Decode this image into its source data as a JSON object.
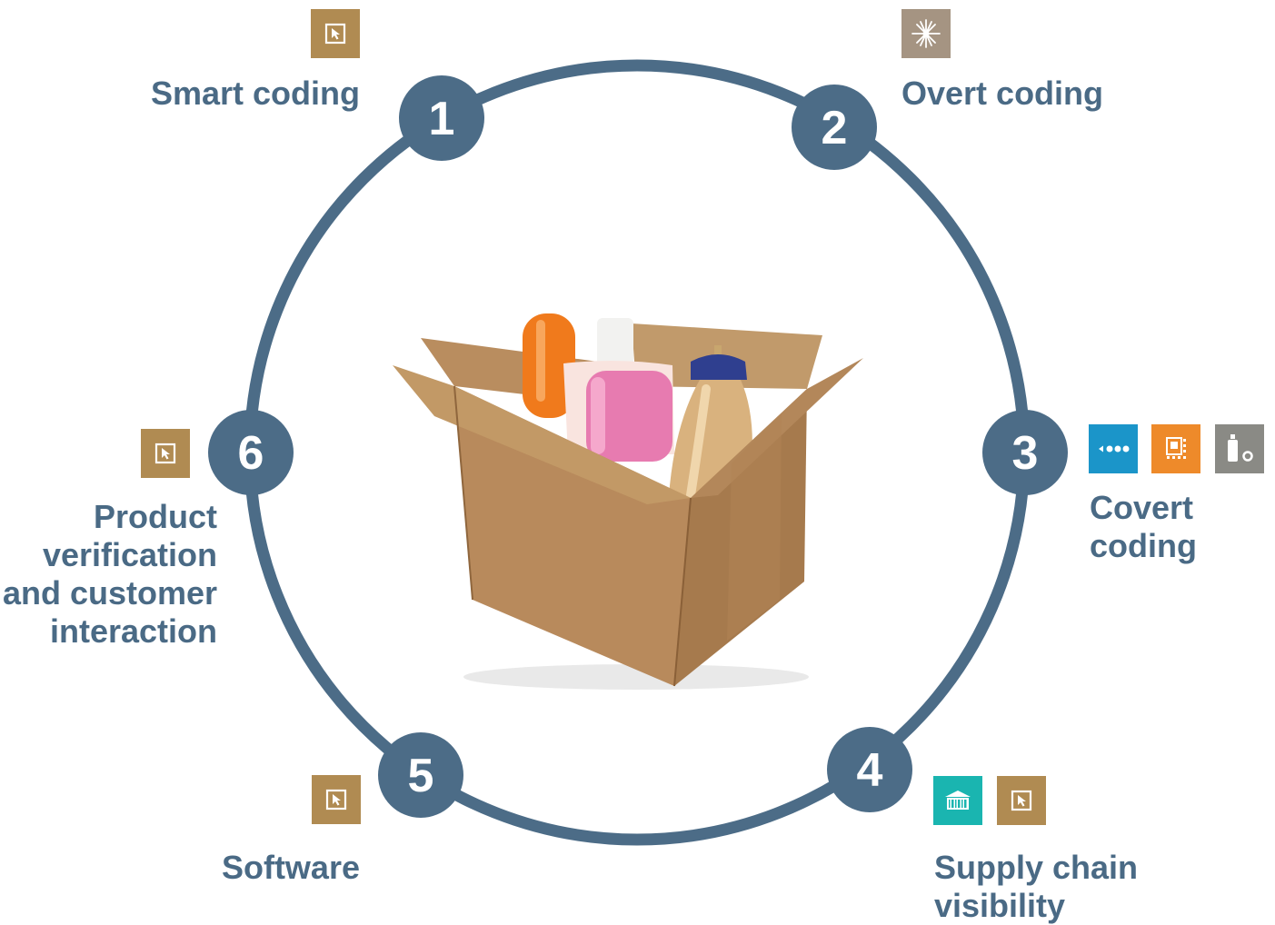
{
  "colors": {
    "ring": "#4c6c87",
    "label": "#4a6a85",
    "number_text": "#ffffff",
    "icon_gold": "#b08b52",
    "icon_taupe": "#a59482",
    "icon_blue": "#1b95c9",
    "icon_orange": "#ee8a2a",
    "icon_gray": "#8a8a85",
    "icon_teal": "#1ab5b0"
  },
  "steps": [
    {
      "number": "1",
      "label": "Smart coding",
      "icons": [
        "cursor-icon"
      ]
    },
    {
      "number": "2",
      "label": "Overt coding",
      "icons": [
        "laser-star-icon"
      ]
    },
    {
      "number": "3",
      "label": "Covert\ncoding",
      "icons": [
        "dots-icon",
        "qr-code-icon",
        "bottle-icon"
      ]
    },
    {
      "number": "4",
      "label": "Supply chain\nvisibility",
      "icons": [
        "barcode-label-icon",
        "cursor-icon"
      ]
    },
    {
      "number": "5",
      "label": "Software",
      "icons": [
        "cursor-icon"
      ]
    },
    {
      "number": "6",
      "label": "Product\nverification\nand customer\ninteraction",
      "icons": [
        "cursor-icon"
      ]
    }
  ],
  "center_image": "cardboard-box-with-bottles-image"
}
